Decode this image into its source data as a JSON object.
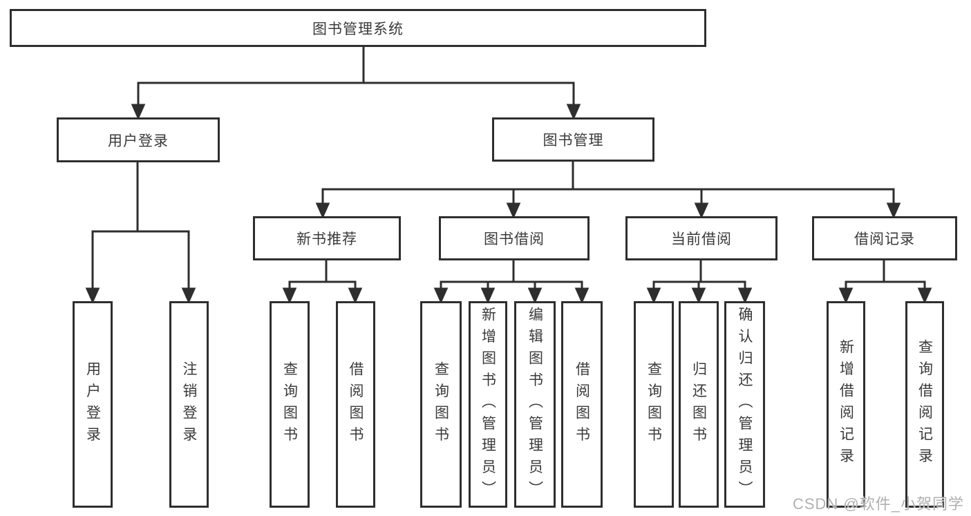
{
  "diagram": {
    "root": {
      "label": "图书管理系统"
    },
    "branches": {
      "user_login": {
        "label": "用户登录"
      },
      "book_mgmt": {
        "label": "图书管理"
      }
    },
    "modules": {
      "new_book": {
        "label": "新书推荐"
      },
      "book_borrow": {
        "label": "图书借阅"
      },
      "current_borrow": {
        "label": "当前借阅"
      },
      "borrow_record": {
        "label": "借阅记录"
      }
    },
    "leaves": {
      "login": [
        "用户登录",
        "注销登录"
      ],
      "new_book": [
        "查询图书",
        "借阅图书"
      ],
      "book_borrow": [
        "查询图书",
        "新增图书（管理员）",
        "编辑图书（管理员）",
        "借阅图书"
      ],
      "current_borrow": [
        "查询图书",
        "归还图书",
        "确认归还（管理员）"
      ],
      "borrow_record": [
        "新增借阅记录",
        "查询借阅记录"
      ]
    }
  },
  "watermark": "CSDN @软件_小贺同学",
  "colors": {
    "line": "#2e2e2e",
    "text": "#3a3a3a",
    "watermark": "#b0b0b0",
    "background": "#ffffff"
  }
}
